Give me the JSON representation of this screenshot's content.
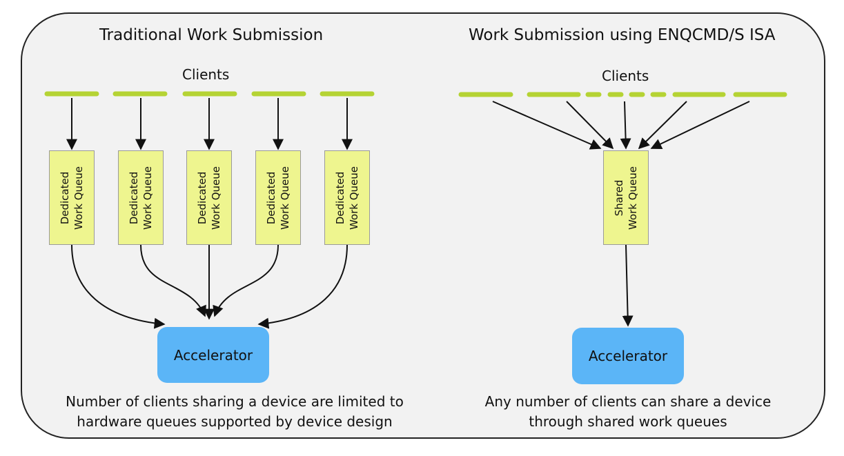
{
  "left": {
    "title": "Traditional Work Submission",
    "clients_label": "Clients",
    "queues": [
      {
        "line1": "Dedicated",
        "line2": "Work Queue"
      },
      {
        "line1": "Dedicated",
        "line2": "Work Queue"
      },
      {
        "line1": "Dedicated",
        "line2": "Work Queue"
      },
      {
        "line1": "Dedicated",
        "line2": "Work Queue"
      },
      {
        "line1": "Dedicated",
        "line2": "Work Queue"
      }
    ],
    "accelerator_label": "Accelerator",
    "caption_line1": "Number of clients sharing a device are limited to",
    "caption_line2": "hardware queues supported by device design"
  },
  "right": {
    "title": "Work Submission using ENQCMD/S ISA",
    "clients_label": "Clients",
    "queue": {
      "line1": "Shared",
      "line2": "Work Queue"
    },
    "accelerator_label": "Accelerator",
    "caption_line1": "Any number of clients can share a device",
    "caption_line2": "through shared work queues"
  },
  "colors": {
    "client_bar": "#b5d334",
    "queue_fill": "#eef58f",
    "accelerator_fill": "#5bb5f7",
    "panel_fill": "#f2f2f2"
  }
}
